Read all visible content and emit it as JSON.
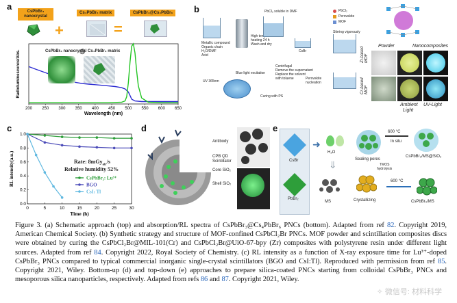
{
  "panel_a": {
    "label": "a",
    "nanocrystal": "CsPbBr₃ nanocrystal",
    "matrix": "Cs₄PbBr₆ matrix",
    "composite": "CsPbBr₃@Cs₄PbBr₆",
    "inset_left": "CsPbBr₃ nanocrystal",
    "inset_at": "@",
    "inset_right": "Cs₄PbBr₆ matrix",
    "chart_data": {
      "type": "line",
      "xlabel": "Wavelength (nm)",
      "ylabel": "Radioluminescence/Abs.",
      "xlim": [
        200,
        650
      ],
      "x_ticks": [
        "200",
        "250",
        "300",
        "350",
        "400",
        "450",
        "500",
        "550",
        "600",
        "650"
      ],
      "series": [
        {
          "name": "",
          "color": "#2b2bd1",
          "x": [
            200,
            220,
            240,
            260,
            280,
            300,
            320,
            340,
            360,
            380,
            400,
            420,
            440,
            460,
            480,
            490,
            500,
            505,
            510,
            520,
            540,
            600,
            650
          ],
          "y": [
            0.62,
            0.58,
            0.54,
            0.5,
            0.46,
            0.42,
            0.39,
            0.36,
            0.34,
            0.33,
            0.32,
            0.31,
            0.3,
            0.29,
            0.27,
            0.25,
            0.2,
            0.14,
            0.08,
            0.05,
            0.04,
            0.04,
            0.04
          ]
        },
        {
          "name": "",
          "color": "#22c422",
          "x": [
            200,
            440,
            480,
            490,
            495,
            500,
            505,
            510,
            515,
            520,
            525,
            530,
            540,
            560,
            600,
            650
          ],
          "y": [
            0.02,
            0.02,
            0.03,
            0.05,
            0.12,
            0.35,
            0.7,
            0.96,
            1.0,
            0.85,
            0.55,
            0.3,
            0.1,
            0.03,
            0.02,
            0.02
          ]
        }
      ]
    }
  },
  "panel_b": {
    "label": "b",
    "metallic": "Metallic compound",
    "organic": "Organic chain",
    "solvent": "H₂O/DMF",
    "acid": "Acid",
    "high_temp1": "High temperature",
    "high_temp2": "heating 24 h",
    "wash": "Wash and dry",
    "pbcl2_dmf": "PbCl₂ soluble in DMF",
    "legend_pbcl2": "PbCl₂",
    "legend_perovskite": "Perovskite",
    "legend_mof": "MOF",
    "stirring": "Stirring vigorously",
    "csbr": "CsBr",
    "centrifugal1": "Centrifugal",
    "centrifugal2": "Remove the supernatant",
    "centrifugal3": "Replace the solvent",
    "centrifugal4": "with toluene",
    "perovskite_nucleation1": "Perovskite",
    "perovskite_nucleation2": "nucleation",
    "uv": "UV 365nm",
    "blue_light": "Blue light excitation",
    "curing": "Curing with PS",
    "powder": "Powder",
    "nanocomposites": "Nanocomposites",
    "zr_mof": "Zr-based MOF",
    "cr_mof": "Cr-based MOF",
    "ambient1": "Ambient",
    "ambient2": "Light",
    "uv_light": "UV-Light"
  },
  "panel_c": {
    "label": "c",
    "rate": "Rate: 8mGy",
    "rate_unit": "air",
    "rate_tail": "/s",
    "humidity": "Relative humidity 52%",
    "chart_data": {
      "type": "line",
      "xlabel": "Time (h)",
      "ylabel": "RL intensity(a.u.)",
      "xlim": [
        0,
        30
      ],
      "ylim": [
        0,
        1.0
      ],
      "x_ticks": [
        "0",
        "5",
        "10",
        "15",
        "20",
        "25",
        "30"
      ],
      "y_ticks": [
        "0.0",
        "0.2",
        "0.4",
        "0.6",
        "0.8",
        "1.0"
      ],
      "series": [
        {
          "name": "CsPbBr₃: Lu³⁺",
          "color": "#2e9e3a",
          "x": [
            0,
            5,
            10,
            15,
            20,
            25,
            30
          ],
          "y": [
            1.0,
            0.98,
            0.96,
            0.95,
            0.95,
            0.94,
            0.94
          ]
        },
        {
          "name": "BGO",
          "color": "#4a4ab8",
          "x": [
            0,
            5,
            10,
            15,
            20,
            25,
            30
          ],
          "y": [
            1.0,
            0.88,
            0.84,
            0.82,
            0.81,
            0.8,
            0.8
          ]
        },
        {
          "name": "CsI: Tl",
          "color": "#5fb8e0",
          "x": [
            0,
            2.5,
            5,
            7.5,
            10
          ],
          "y": [
            1.0,
            0.7,
            0.45,
            0.25,
            0.09
          ]
        }
      ]
    }
  },
  "panel_d": {
    "label": "d",
    "antibody": "Antibody",
    "cpb1": "CPB QD",
    "cpb2": "Scintillator",
    "core": "Core SiO₂",
    "shell": "Shell SiO₂"
  },
  "panel_e": {
    "label": "e",
    "csbr": "CsBr",
    "h2o": "H₂O",
    "pbbr2": "PbBr₂",
    "ms": "MS",
    "sealing": "Sealing pores",
    "temp_top": "600 °C",
    "insitu": "In situ",
    "product_top": "CsPbBr₃/MS@SiO₂",
    "tmos1": "TMOS",
    "tmos2": "hydrolysis",
    "crystallizing": "Crystallizing",
    "temp_bottom": "600 °C",
    "product_bottom": "CsPbBr₃/MS"
  },
  "caption": {
    "p1": "Figure 3. (a) Schematic approach (top) and absorption/RL spectra of CsPbBr₃@Cs₄PbBr₆ PNCs (bottom). Adapted from ref ",
    "r1": "82",
    "p2": ". Copyright 2019, American Chemical Society. (b) Synthetic strategy and structure of MOF-confined CsPbCl₂Br PNCs. MOF powder and scintillation composites discs were obtained by curing the CsPbCl₂Br@MIL-101(Cr) and CsPbCl₂Br@UiO-67-bpy (Zr) composites with polystyrene resin under different light sources. Adapted from ref ",
    "r2": "84",
    "p3": ". Copyright 2022, Royal Society of Chemistry. (c) RL intensity as a function of X-ray exposure time for Lu³⁺-doped CsPbBr₃ PNCs compared to typical commercial inorganic single-crystal scintillators (BGO and CsI:Tl). Reproduced with permission from ref ",
    "r3": "85",
    "p4": ". Copyright 2021, Wiley. Bottom-up (d) and top-down (e) approaches to prepare silica-coated PNCs starting from colloidal CsPbBr₃ PNCs and mesoporous silica nanoparticles, respectively. Adapted from refs ",
    "r4": "86",
    "p5": " and ",
    "r5": "87",
    "p6": ". Copyright 2021, Wiley."
  },
  "watermark": "✧ 微信号: 材料科学"
}
